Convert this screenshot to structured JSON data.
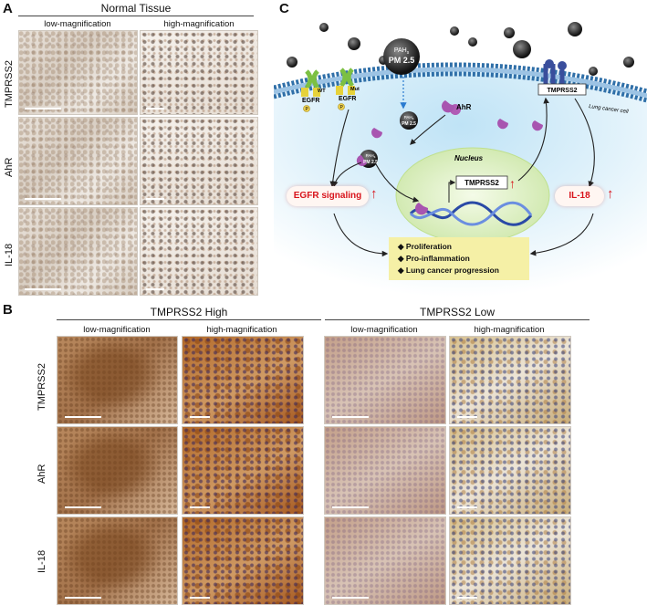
{
  "panel_a": {
    "letter": "A",
    "title": "Normal Tissue",
    "col_low": "low-magnification",
    "col_high": "high-magnification",
    "rows": [
      "TMPRSS2",
      "AhR",
      "IL-18"
    ]
  },
  "panel_b": {
    "letter": "B",
    "groups": [
      {
        "title": "TMPRSS2 High",
        "col_low": "low-magnification",
        "col_high": "high-magnification"
      },
      {
        "title": "TMPRSS2 Low",
        "col_low": "low-magnification",
        "col_high": "high-magnification"
      }
    ],
    "rows": [
      "TMPRSS2",
      "AhR",
      "IL-18"
    ]
  },
  "panel_c": {
    "letter": "C",
    "pm_top_line1": "PAH",
    "pm_top_line1_sub": "s",
    "pm_top_line2": "PM 2.5",
    "pm_small_line1": "PAH",
    "pm_small_line1_sub": "s",
    "pm_small_line2": "PM 2.5",
    "egfr_wt_tag": "WT",
    "egfr_mut_tag": "Mut",
    "egfr": "EGFR",
    "p_mark": "P",
    "ahr": "AhR",
    "tmprss2_receptor": "TMPRSS2",
    "cell_label": "Lung cancer cell",
    "nucleus": "Nucleus",
    "gene_box": "TMPRSS2",
    "up_arrow": "↑",
    "egfr_signaling": "EGFR signaling",
    "il18": "IL-18",
    "outcomes": [
      "Proliferation",
      "Pro-inflammation",
      "Lung cancer progression"
    ],
    "bullet": "◆",
    "colors": {
      "arrow_red": "#d8131b",
      "membrane": "#2f6fa8",
      "outcome_bg": "#f5f0a6",
      "nucleus": "#dff0c6"
    }
  }
}
